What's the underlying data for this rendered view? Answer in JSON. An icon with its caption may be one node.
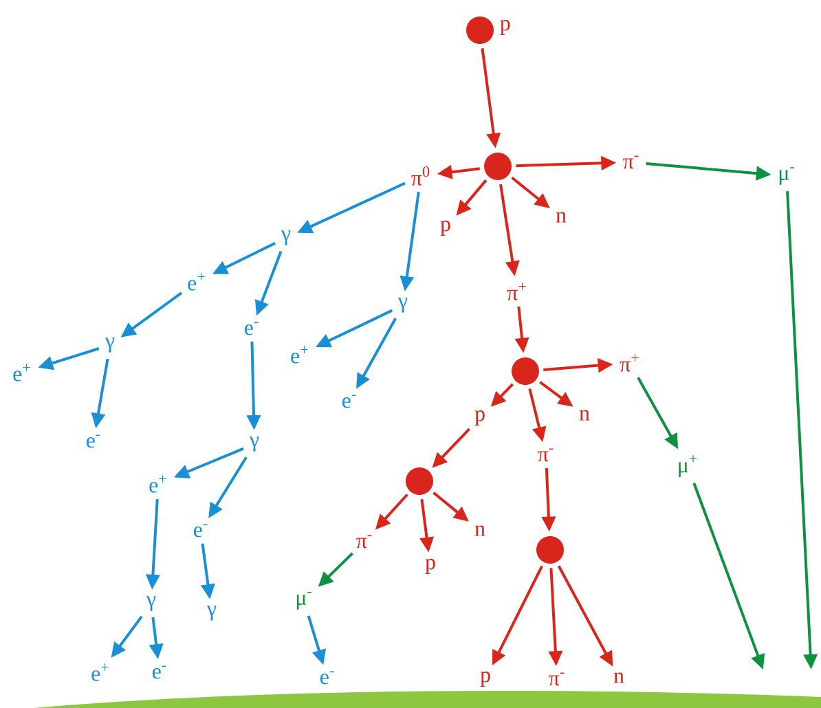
{
  "diagram": {
    "nodes": [
      {
        "text": [],
        "shape": "circle",
        "beside": [
          "p"
        ]
      },
      {
        "text": [],
        "shape": "circle"
      },
      {
        "text": [
          "π$^{0}$"
        ]
      },
      {
        "text": [
          "p"
        ]
      },
      {
        "text": [
          "n"
        ]
      },
      {
        "text": [
          "π$^{-}$"
        ]
      },
      {
        "text": [
          "μ$^{-}$"
        ]
      },
      {
        "text": [
          "π$^{+}$"
        ]
      },
      {
        "text": [],
        "shape": "circle"
      },
      {
        "text": [
          "π$^{+}$"
        ]
      },
      {
        "text": [
          "p"
        ]
      },
      {
        "text": [
          "n"
        ]
      },
      {
        "text": [
          "π$^{-}$"
        ]
      },
      {
        "text": [
          "μ$^{+}$"
        ]
      },
      {
        "text": [],
        "shape": "circle"
      },
      {
        "text": [
          "π$^{-}$"
        ]
      },
      {
        "text": [
          "p"
        ]
      },
      {
        "text": [
          "n"
        ]
      },
      {
        "text": [],
        "shape": "circle"
      },
      {
        "text": [
          "p"
        ]
      },
      {
        "text": [
          "π$^{-}$"
        ]
      },
      {
        "text": [
          "n"
        ]
      },
      {
        "text": [
          "μ$^{-}$"
        ]
      },
      {
        "text": [
          "e$^{-}$"
        ]
      },
      {
        "text": [
          "γ"
        ]
      },
      {
        "text": [
          "γ"
        ]
      },
      {
        "text": [
          "e$^{+}$"
        ]
      },
      {
        "text": [
          "e$^{-}$"
        ]
      },
      {
        "text": [
          "γ"
        ]
      },
      {
        "text": [
          "e$^{+}$"
        ]
      },
      {
        "text": [
          "e$^{-}$"
        ]
      },
      {
        "text": [
          "e$^{+}$"
        ]
      },
      {
        "text": [
          "e$^{-}$"
        ]
      },
      {
        "text": [
          "γ"
        ]
      },
      {
        "text": [
          "e$^{+}$"
        ]
      },
      {
        "text": [
          "e$^{-}$"
        ]
      },
      {
        "text": [
          "γ"
        ]
      },
      {
        "text": [
          "γ"
        ]
      },
      {
        "text": [
          "e$^{+}$"
        ]
      },
      {
        "text": [
          "e$^{-}$"
        ]
      }
    ],
    "edges": [
      {
        "from": 0,
        "to": 1,
        "arrow": "to"
      },
      {
        "from": 1,
        "to": 2,
        "arrow": "to"
      },
      {
        "from": 1,
        "to": 3,
        "arrow": "to"
      },
      {
        "from": 1,
        "to": 4,
        "arrow": "to"
      },
      {
        "from": 1,
        "to": 5,
        "arrow": "to"
      },
      {
        "from": 1,
        "to": 7,
        "arrow": "to"
      },
      {
        "from": 5,
        "to": 6,
        "arrow": "to",
        "color": "#0e9140"
      },
      {
        "from": 6,
        "to": null,
        "arrow": "to",
        "color": "#0e9140"
      },
      {
        "from": 7,
        "to": 8,
        "arrow": "to"
      },
      {
        "from": 8,
        "to": 9,
        "arrow": "to"
      },
      {
        "from": 8,
        "to": 10,
        "arrow": "to"
      },
      {
        "from": 8,
        "to": 11,
        "arrow": "to"
      },
      {
        "from": 8,
        "to": 12,
        "arrow": "to"
      },
      {
        "from": 9,
        "to": 13,
        "arrow": "to",
        "color": "#0e9140"
      },
      {
        "from": 13,
        "to": null,
        "arrow": "to",
        "color": "#0e9140"
      },
      {
        "from": 10,
        "to": 14,
        "arrow": "to"
      },
      {
        "from": 14,
        "to": 15,
        "arrow": "to"
      },
      {
        "from": 14,
        "to": 16,
        "arrow": "to"
      },
      {
        "from": 14,
        "to": 17,
        "arrow": "to"
      },
      {
        "from": 12,
        "to": 18,
        "arrow": "to"
      },
      {
        "from": 18,
        "to": 19,
        "arrow": "to"
      },
      {
        "from": 18,
        "to": 20,
        "arrow": "to"
      },
      {
        "from": 18,
        "to": 21,
        "arrow": "to"
      },
      {
        "from": 15,
        "to": 22,
        "arrow": "to",
        "color": "#0e9140"
      },
      {
        "from": 22,
        "to": 23,
        "arrow": "to",
        "color": "#1a8fd6"
      },
      {
        "from": 2,
        "to": 24,
        "arrow": "to",
        "color": "#1a8fd6"
      },
      {
        "from": 2,
        "to": 25,
        "arrow": "to",
        "color": "#1a8fd6"
      },
      {
        "from": 24,
        "to": 26,
        "arrow": "to",
        "color": "#1a8fd6"
      },
      {
        "from": 24,
        "to": 27,
        "arrow": "to",
        "color": "#1a8fd6"
      },
      {
        "from": 26,
        "to": 28,
        "arrow": "to",
        "color": "#1a8fd6"
      },
      {
        "from": 28,
        "to": 29,
        "arrow": "to",
        "color": "#1a8fd6"
      },
      {
        "from": 28,
        "to": 30,
        "arrow": "to",
        "color": "#1a8fd6"
      },
      {
        "from": 25,
        "to": 31,
        "arrow": "to",
        "color": "#1a8fd6"
      },
      {
        "from": 25,
        "to": 32,
        "arrow": "to",
        "color": "#1a8fd6"
      },
      {
        "from": 27,
        "to": 33,
        "arrow": "to",
        "color": "#1a8fd6"
      },
      {
        "from": 33,
        "to": 34,
        "arrow": "to",
        "color": "#1a8fd6"
      },
      {
        "from": 33,
        "to": 35,
        "arrow": "to",
        "color": "#1a8fd6"
      },
      {
        "from": 34,
        "to": 36,
        "arrow": "to",
        "color": "#1a8fd6"
      },
      {
        "from": 35,
        "to": 37,
        "arrow": "to",
        "color": "#1a8fd6"
      },
      {
        "from": 36,
        "to": 38,
        "arrow": "to",
        "color": "#1a8fd6"
      },
      {
        "from": 36,
        "to": 39,
        "arrow": "to",
        "color": "#1a8fd6"
      }
    ]
  }
}
